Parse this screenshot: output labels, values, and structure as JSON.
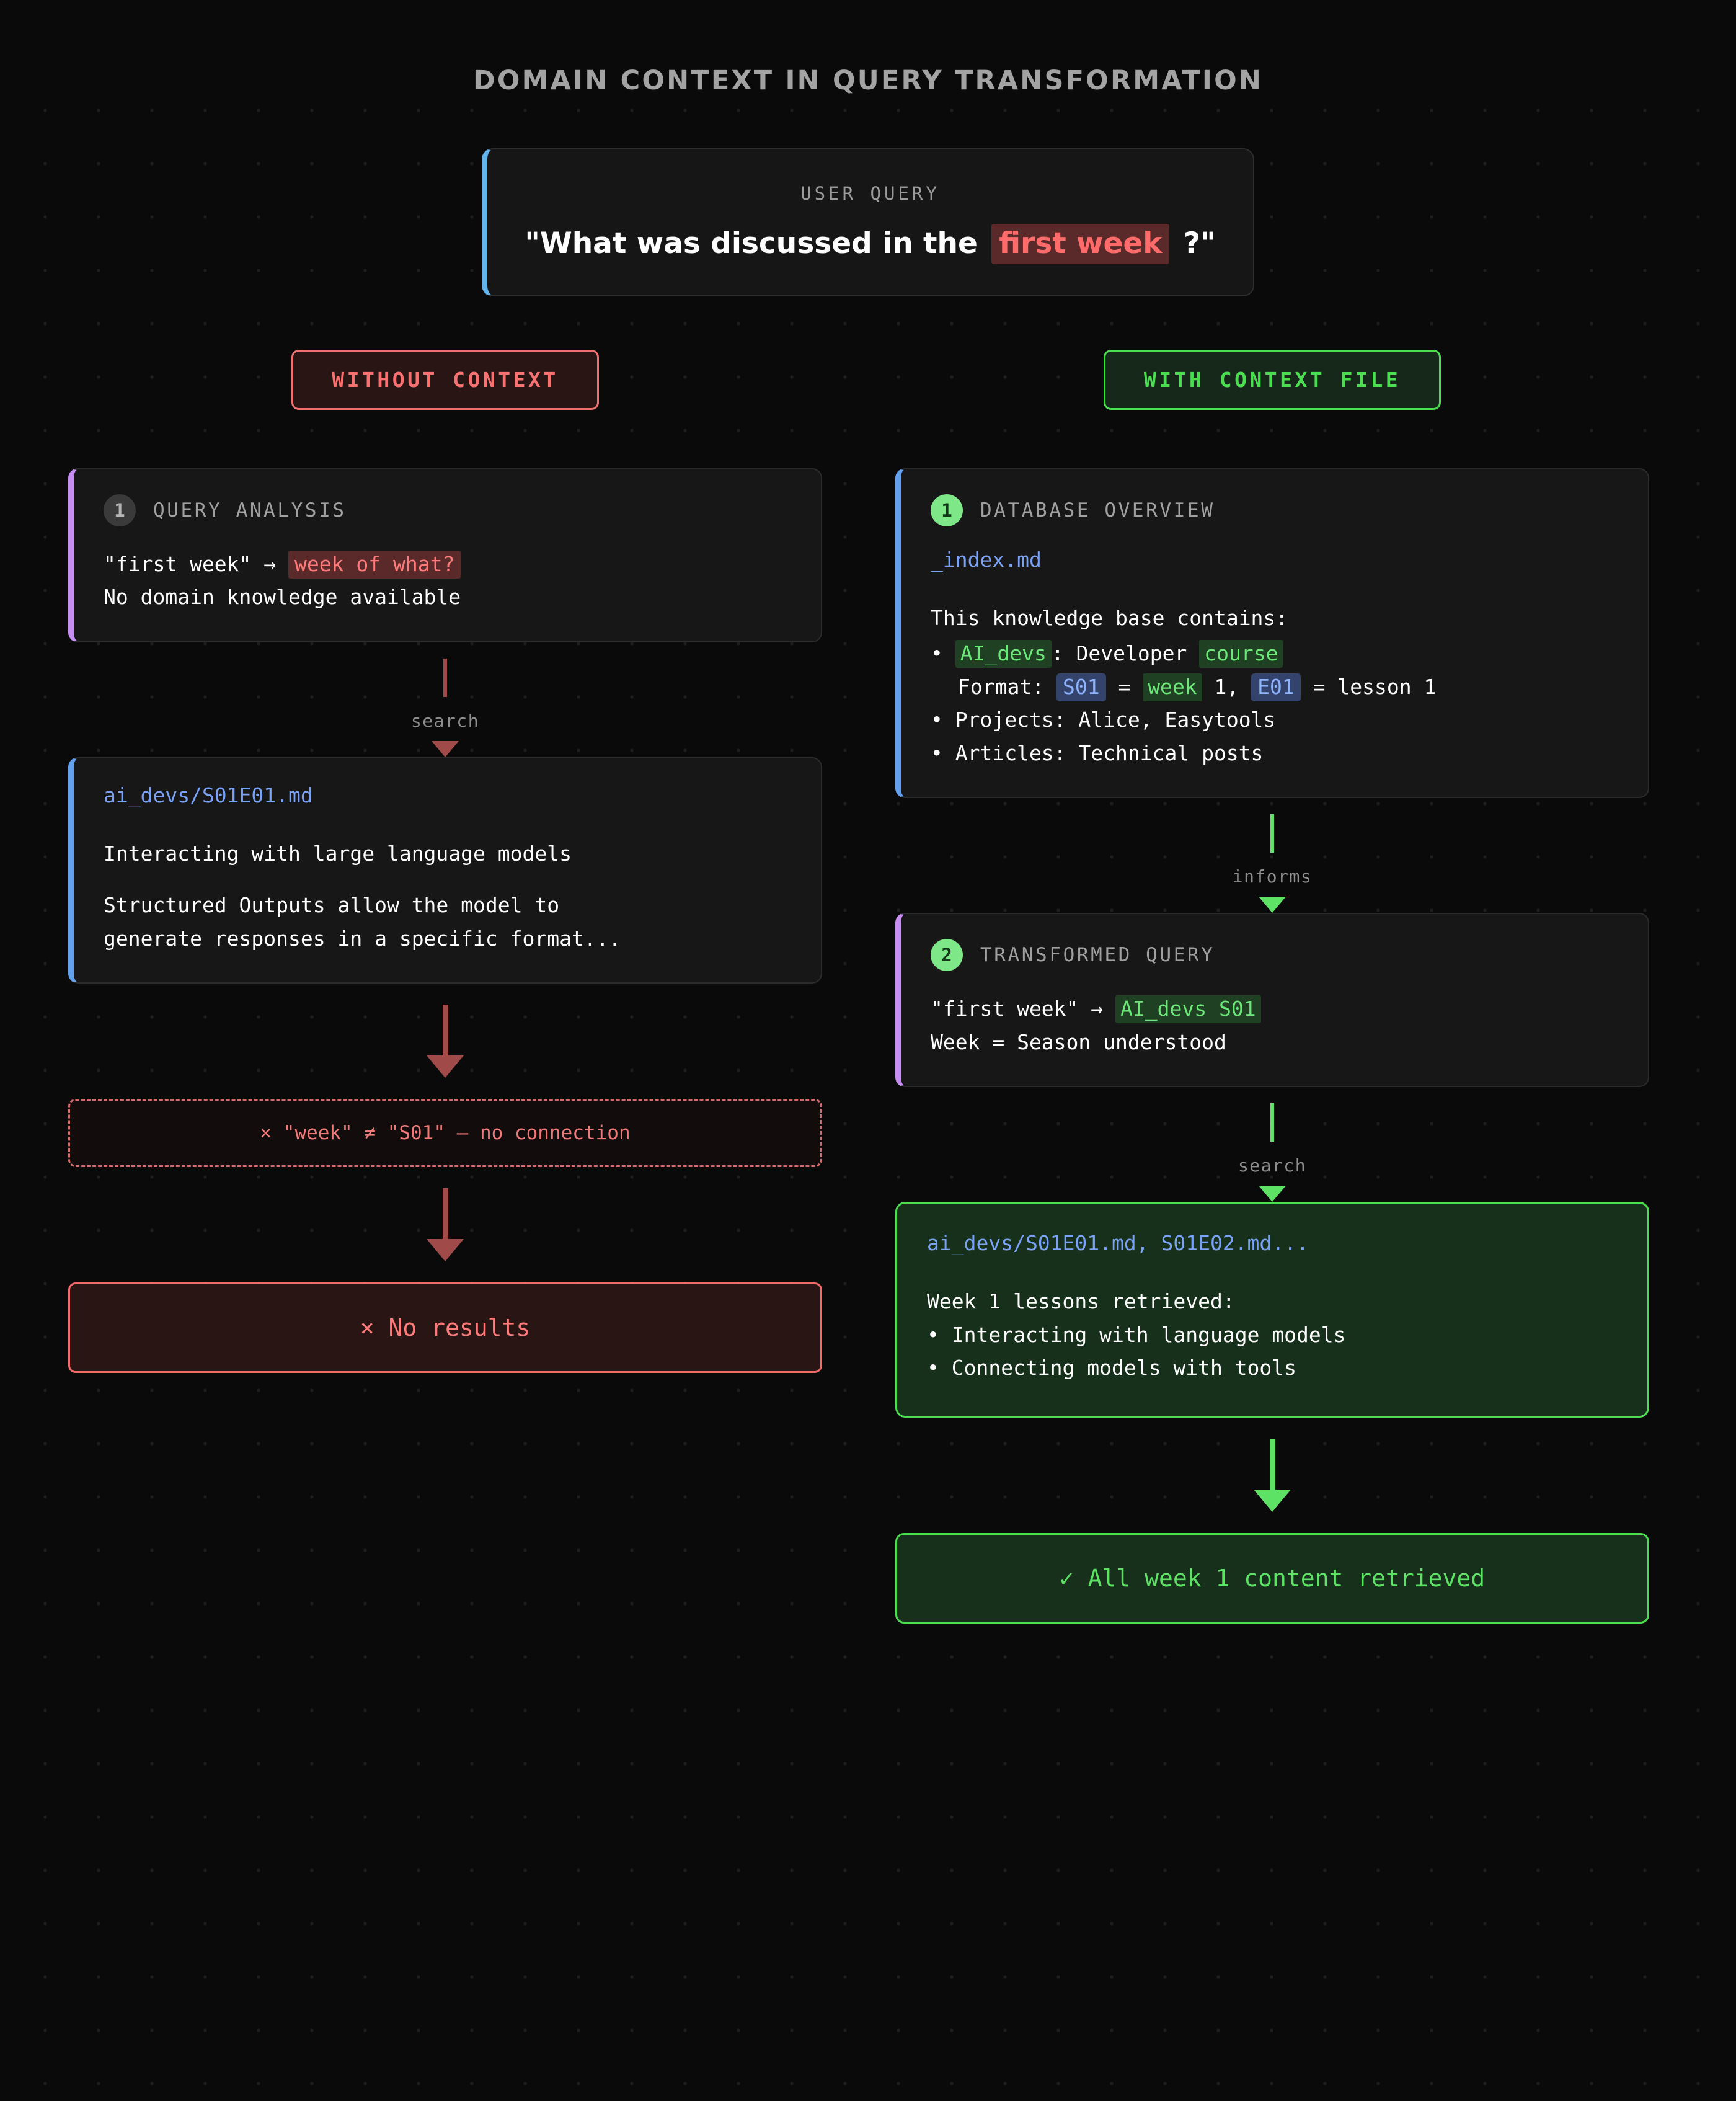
{
  "title": "DOMAIN CONTEXT IN QUERY TRANSFORMATION",
  "user_query": {
    "label": "USER QUERY",
    "prefix": "\"What was discussed in the",
    "highlight": "first week",
    "suffix": "?\""
  },
  "left_column": {
    "header": "WITHOUT CONTEXT",
    "step1": {
      "badge": "1",
      "title": "QUERY ANALYSIS",
      "line1_prefix": "\"first week\" →",
      "line1_highlight": "week of what?",
      "line2": "No domain knowledge available"
    },
    "connector1": "search",
    "result": {
      "file": "ai_devs/S01E01.md",
      "body1": "Interacting with large language models",
      "body2": "Structured Outputs allow the model to",
      "body3": "generate responses in a specific format..."
    },
    "no_connection": "× \"week\" ≠ \"S01\" — no connection",
    "no_results": "× No results"
  },
  "right_column": {
    "header": "WITH CONTEXT FILE",
    "step1": {
      "badge": "1",
      "title": "DATABASE OVERVIEW",
      "file": "_index.md",
      "intro": "This knowledge base contains:",
      "bullet1_pre": "•",
      "bullet1_a": "AI_devs",
      "bullet1_b": ": Developer",
      "bullet1_c": "course",
      "format_label": "Format:",
      "format_s01": "S01",
      "format_eq1": "=",
      "format_week": "week",
      "format_one": "1,",
      "format_e01": "E01",
      "format_eq2": "= lesson 1",
      "bullet2": "• Projects: Alice, Easytools",
      "bullet3": "• Articles: Technical posts"
    },
    "connector1": "informs",
    "step2": {
      "badge": "2",
      "title": "TRANSFORMED QUERY",
      "line1_prefix": "\"first week\" →",
      "line1_highlight": "AI_devs S01",
      "line2": "Week = Season understood"
    },
    "connector2": "search",
    "result": {
      "file": "ai_devs/S01E01.md, S01E02.md...",
      "heading": "Week 1 lessons retrieved:",
      "bullet1": "• Interacting with language models",
      "bullet2": "• Connecting models with tools"
    },
    "success": "✓ All week 1 content retrieved"
  },
  "colors": {
    "background": "#0a0a0a",
    "accent_red": "#f87171",
    "accent_green": "#4ade50",
    "accent_blue": "#63a0ed",
    "accent_purple": "#c58ef0"
  }
}
